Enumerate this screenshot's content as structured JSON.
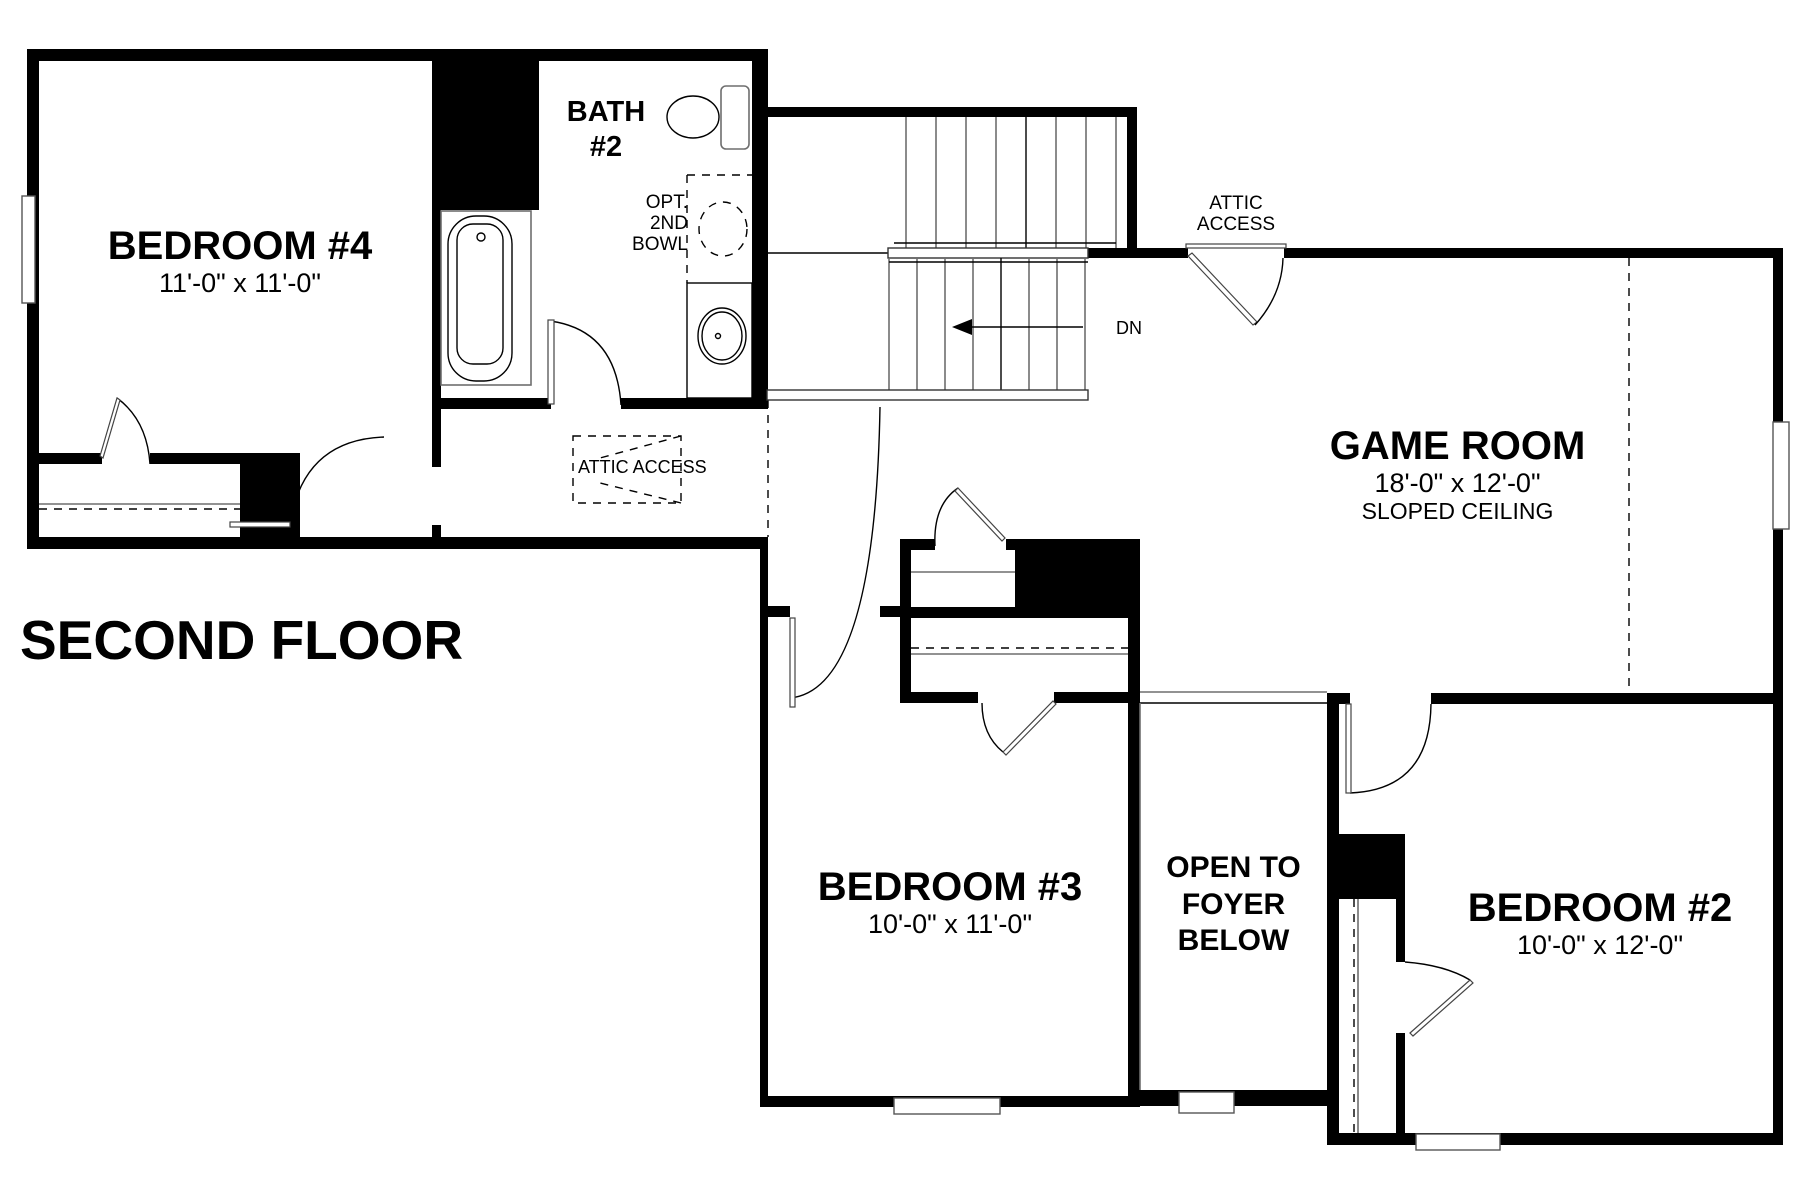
{
  "title": "SECOND FLOOR",
  "rooms": {
    "bedroom4": {
      "name": "BEDROOM #4",
      "dims": "11'-0\" x 11'-0\""
    },
    "bath2": {
      "name_line1": "BATH",
      "name_line2": "#2"
    },
    "opt_bowl": {
      "line1": "OPT.",
      "line2": "2ND",
      "line3": "BOWL"
    },
    "game_room": {
      "name": "GAME ROOM",
      "dims": "18'-0\" x 12'-0\"",
      "note": "SLOPED CEILING"
    },
    "bedroom3": {
      "name": "BEDROOM #3",
      "dims": "10'-0\" x 11'-0\""
    },
    "bedroom2": {
      "name": "BEDROOM #2",
      "dims": "10'-0\" x 12'-0\""
    },
    "open_foyer": {
      "line1": "OPEN TO",
      "line2": "FOYER",
      "line3": "BELOW"
    }
  },
  "annotations": {
    "attic_access_top_line1": "ATTIC",
    "attic_access_top_line2": "ACCESS",
    "attic_access_hall": "ATTIC ACCESS",
    "stair_direction": "DN"
  },
  "colors": {
    "wall": "#000000",
    "background": "#ffffff"
  }
}
